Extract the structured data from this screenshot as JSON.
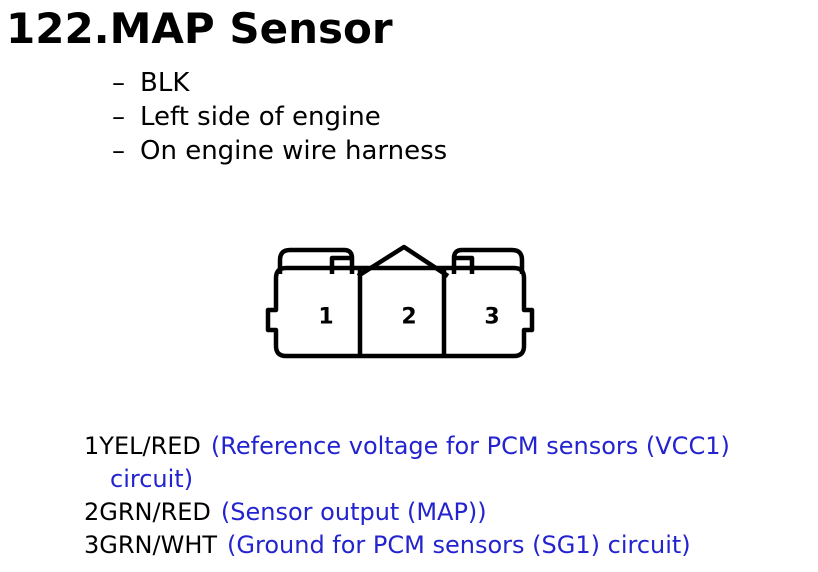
{
  "title": "122.MAP Sensor",
  "details": [
    "BLK",
    "Left side of engine",
    "On engine wire harness"
  ],
  "connector": {
    "pins": [
      "1",
      "2",
      "3"
    ]
  },
  "pinouts": [
    {
      "pin": "1",
      "color": "YEL/RED",
      "description_line1": "(Reference voltage for PCM sensors (VCC1)",
      "description_line2": "circuit)"
    },
    {
      "pin": "2",
      "color": "GRN/RED",
      "description_line1": "(Sensor output (MAP))"
    },
    {
      "pin": "3",
      "color": "GRN/WHT",
      "description_line1": "(Ground for PCM sensors (SG1) circuit)"
    }
  ],
  "colors": {
    "description": "#2323d0",
    "text": "#000000"
  }
}
